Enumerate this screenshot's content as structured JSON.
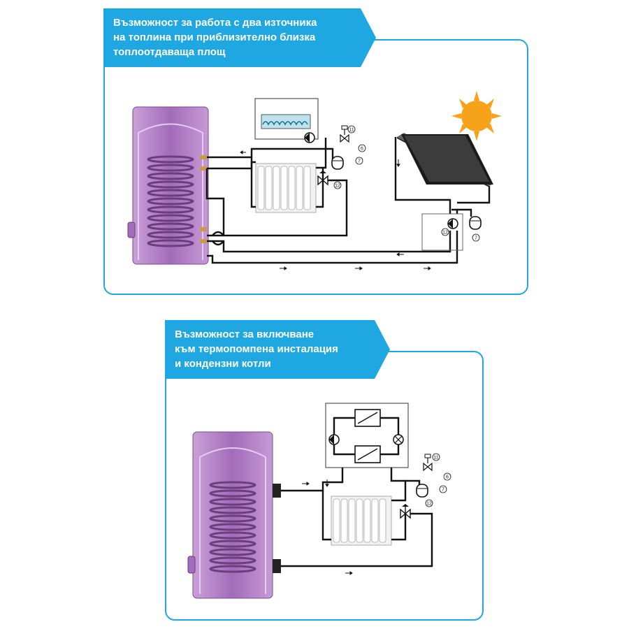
{
  "panels": [
    {
      "heading_lines": [
        "Възможност за работа с два източника",
        "на топлина при приблизително близка",
        "топлоотдаваща площ"
      ],
      "component_numbers": [
        "11",
        "6",
        "7",
        "12",
        "12",
        "7"
      ]
    },
    {
      "heading_lines": [
        "Възможност за включване",
        "към термопомпена инсталация",
        "и кондензни котли"
      ],
      "component_numbers": [
        "11",
        "6",
        "7",
        "12"
      ]
    }
  ],
  "colors": {
    "accent": "#1ea7e1",
    "tank": "#b07ac4",
    "tank_light": "#d7b6e3",
    "pipe": "#111111",
    "sun": "#f6a21a"
  }
}
